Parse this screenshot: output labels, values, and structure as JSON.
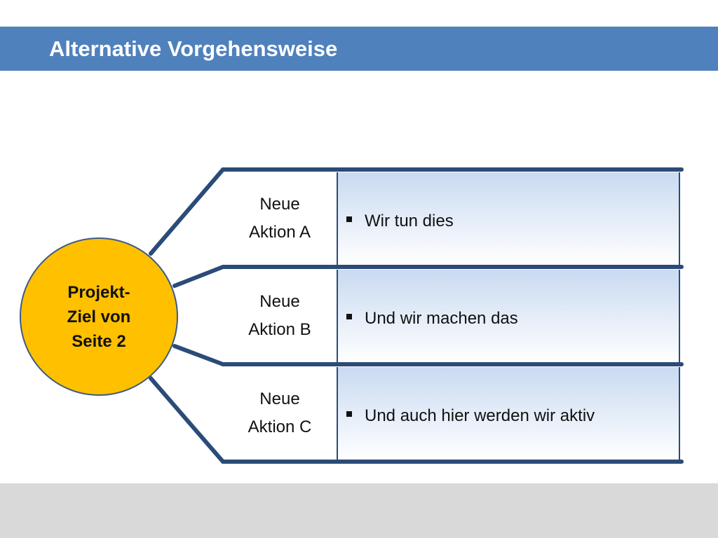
{
  "slide": {
    "title": "Alternative Vorgehensweise"
  },
  "goal": {
    "label": "Projekt-\nZiel von\nSeite 2"
  },
  "actions": [
    {
      "label": "Neue\nAktion A",
      "detail": "Wir tun dies"
    },
    {
      "label": "Neue\nAktion B",
      "detail": "Und wir machen das"
    },
    {
      "label": "Neue\nAktion C",
      "detail": "Und auch hier werden wir aktiv"
    }
  ],
  "colors": {
    "title_bar": "#4f81bd",
    "goal_fill": "#ffc000",
    "lines": "#2b4b78",
    "cell_gradient_top": "#c9daf1",
    "footer": "#d9d9d9"
  },
  "icons": {
    "bullet": "square-bullet-icon"
  }
}
